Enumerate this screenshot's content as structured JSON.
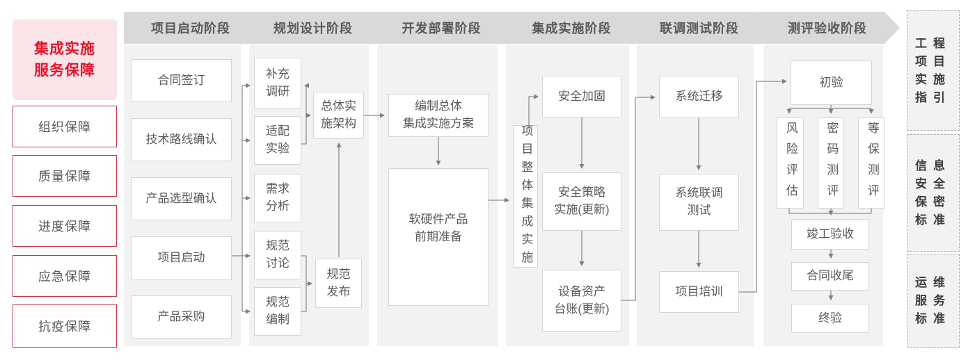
{
  "colors": {
    "accent_red": "#e3142e",
    "pink_background": "#fbe4e8",
    "red_border": "#c5374b",
    "header_background": "#d9d9d9",
    "column_background": "#f2f2f2",
    "box_border": "#d5d5d5",
    "text_gray": "#595959",
    "connector_gray": "#7f7f7f"
  },
  "left_panel": {
    "title_line1": "集成实施",
    "title_line2": "服务保障",
    "items": [
      {
        "label": "组织保障"
      },
      {
        "label": "质量保障"
      },
      {
        "label": "进度保障"
      },
      {
        "label": "应急保障"
      },
      {
        "label": "抗疫保障"
      }
    ]
  },
  "phases": [
    {
      "label": "项目启动阶段",
      "nodes": [
        {
          "label": "合同签订"
        },
        {
          "label": "技术路线确认"
        },
        {
          "label": "产品选型确认"
        },
        {
          "label": "项目启动"
        },
        {
          "label": "产品采购"
        }
      ]
    },
    {
      "label": "规划设计阶段",
      "nodes": [
        {
          "label": "补充\n调研"
        },
        {
          "label": "适配\n实验"
        },
        {
          "label": "需求\n分析"
        },
        {
          "label": "规范\n讨论"
        },
        {
          "label": "规范\n编制"
        },
        {
          "label": "总体实\n施架构"
        },
        {
          "label": "规范\n发布"
        }
      ]
    },
    {
      "label": "开发部署阶段",
      "nodes": [
        {
          "label": "编制总体\n集成实施方案"
        },
        {
          "label": "软硬件产品\n前期准备"
        }
      ]
    },
    {
      "label": "集成实施阶段",
      "nodes": [
        {
          "label": "项目整体集成实施"
        },
        {
          "label": "安全加固"
        },
        {
          "label": "安全策略\n实施(更新)"
        },
        {
          "label": "设备资产\n台账(更新)"
        }
      ]
    },
    {
      "label": "联调测试阶段",
      "nodes": [
        {
          "label": "系统迁移"
        },
        {
          "label": "系统联调\n测试"
        },
        {
          "label": "项目培训"
        }
      ]
    },
    {
      "label": "测评验收阶段",
      "nodes": [
        {
          "label": "初验"
        },
        {
          "label": "风险评估"
        },
        {
          "label": "密码测评"
        },
        {
          "label": "等保测评"
        },
        {
          "label": "竣工验收"
        },
        {
          "label": "合同收尾"
        },
        {
          "label": "终验"
        }
      ]
    }
  ],
  "standards": [
    {
      "label": "工程项目实施指引"
    },
    {
      "label": "信息安全保密标准"
    },
    {
      "label": "运维服务标准"
    }
  ]
}
